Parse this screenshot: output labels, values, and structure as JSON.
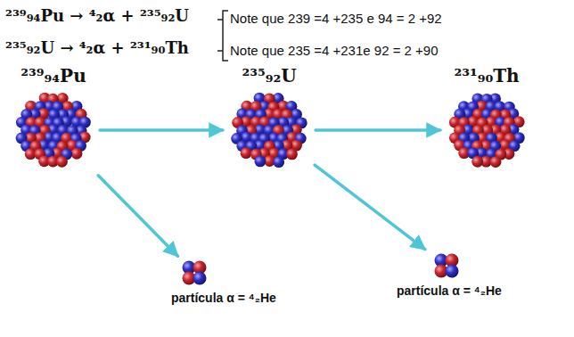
{
  "diagram": {
    "nodes": [
      {
        "text": [
          "²³⁹₉₄Pu"
        ]
      },
      {
        "text": [
          "²³⁵₉₂U"
        ]
      },
      {
        "text": [
          "²³¹₉₀Th"
        ]
      },
      {
        "text": [
          "partícula α = ⁴₂He"
        ]
      },
      {
        "text": [
          "partícula α = ⁴₂He"
        ]
      }
    ],
    "edges": [
      {
        "from": 0,
        "to": 1,
        "arrow": "to"
      },
      {
        "from": 1,
        "to": 2,
        "arrow": "to"
      },
      {
        "from": 0,
        "to": 3,
        "arrow": "to"
      },
      {
        "from": 1,
        "to": 4,
        "arrow": "to"
      }
    ],
    "labels": [
      "²³⁹₉₄Pu → ⁴₂α + ²³⁵₉₂U",
      "Note que 239 =4 +235 e 94 = 2 +92",
      "²³⁵₉₂U → ⁴₂α + ²³¹₉₀Th",
      "Note que 235 =4 +231e 92 = 2 +90"
    ]
  }
}
